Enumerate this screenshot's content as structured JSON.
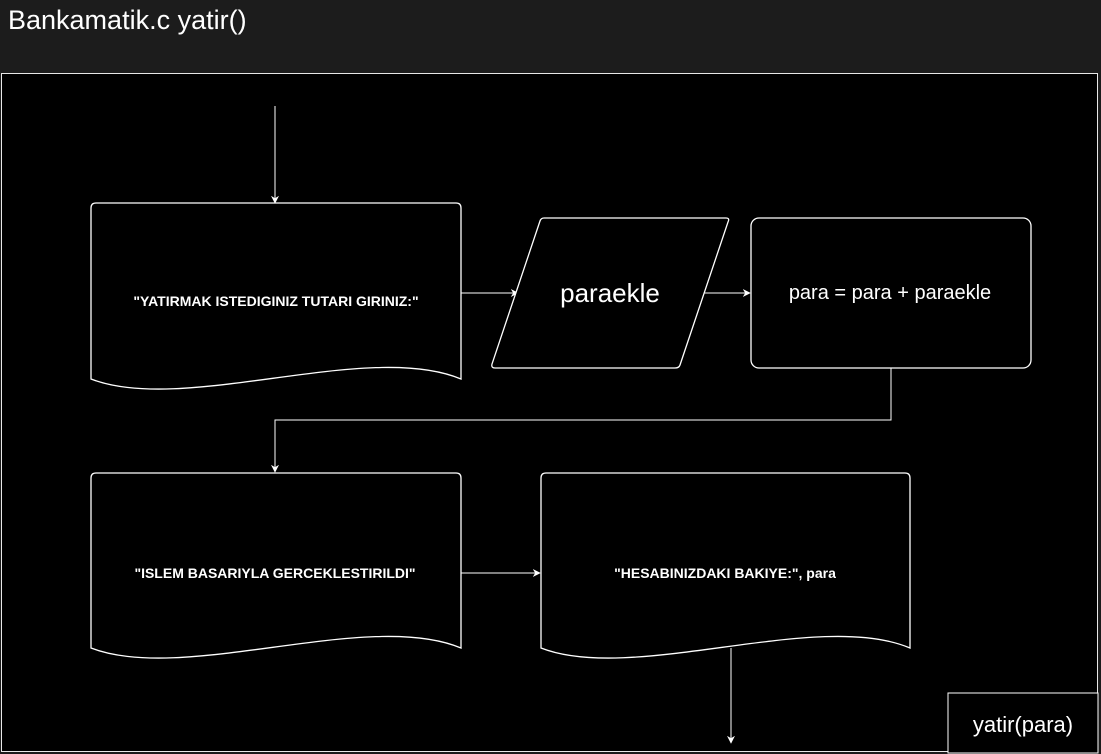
{
  "window": {
    "title": "Bankamatik.c yatir()"
  },
  "nodes": {
    "prompt": {
      "text": "\"YATIRMAK ISTEDIGINIZ TUTARI GIRINIZ:\"",
      "shape": "document"
    },
    "input": {
      "text": "paraekle",
      "shape": "parallelogram"
    },
    "process": {
      "text": "para = para + paraekle",
      "shape": "rounded-rectangle"
    },
    "success": {
      "text": "\"ISLEM BASARIYLA GERCEKLESTIRILDI\"",
      "shape": "document"
    },
    "balance": {
      "text": "\"HESABINIZDAKI BAKIYE:\", para",
      "shape": "document"
    }
  },
  "label_box": {
    "text": "yatir(para)"
  },
  "edges": [
    {
      "from": "start",
      "to": "prompt"
    },
    {
      "from": "prompt",
      "to": "input"
    },
    {
      "from": "input",
      "to": "process"
    },
    {
      "from": "process",
      "to": "success"
    },
    {
      "from": "success",
      "to": "balance"
    },
    {
      "from": "balance",
      "to": "end"
    }
  ],
  "colors": {
    "background": "#000000",
    "chrome": "#1c1c1c",
    "stroke": "#ffffff",
    "text": "#ffffff"
  }
}
